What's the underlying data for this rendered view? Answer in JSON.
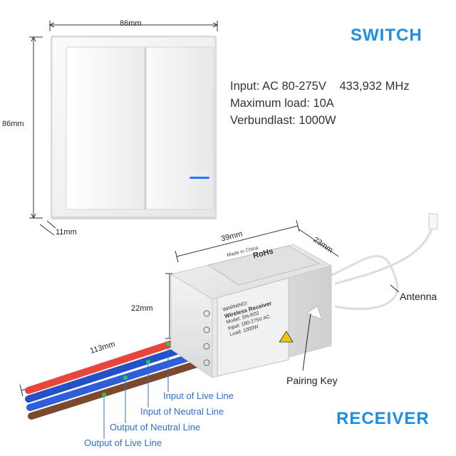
{
  "switch": {
    "title": "SWITCH",
    "dim_width": "86mm",
    "dim_height": "86mm",
    "dim_depth": "11mm"
  },
  "specs": {
    "line1_input": "Input: AC 80-275V",
    "line1_freq": "433,932 MHz",
    "line2": "Maximum load: 10A",
    "line3": "Verbundlast: 1000W"
  },
  "receiver": {
    "title": "RECEIVER",
    "dim_length": "39mm",
    "dim_width": "23mm",
    "dim_height": "22mm",
    "dim_wire": "113mm",
    "top_label_brand": "RoHs",
    "top_label_origin": "Made in China",
    "side_warning": "WARNING!",
    "side_name": "Wireless Receiver",
    "side_model": "Model: SN-R02",
    "side_input": "Input: 180-275V AC",
    "side_load": "Load: 1000W",
    "antenna_label": "Antenna",
    "pairing_key_label": "Pairing Key"
  },
  "wires": {
    "input_live": "Input of Live Line",
    "input_neutral": "Input of Neutral Line",
    "output_neutral": "Output of Neutral Line",
    "output_live": "Output of Live Line"
  },
  "colors": {
    "accent": "#1a8fe3",
    "wire_label": "#2e6fd8",
    "callout_dot": "#22c55e",
    "switch_led": "#1e7bff"
  }
}
